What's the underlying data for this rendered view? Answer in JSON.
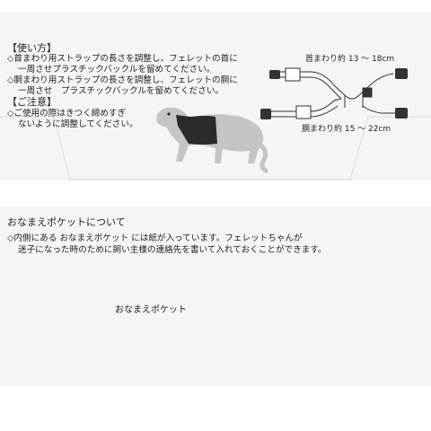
{
  "top_card": {
    "usage_heading": "【使い方】",
    "usage_lines": [
      "◇首まわり用ストラップの長さを調整し、フェレットの首に",
      "一周させプラスチックバックルを留めてください。",
      "◇胴まわり用ストラップの長さを調整し、フェレットの胴に",
      "一周させ　プラスチックバックルを留めてください。"
    ],
    "caution_heading": "【ご注意】",
    "caution_lines": [
      "◇ご使用の際はきつく締めすぎ",
      "ないように調整してください。"
    ],
    "neck_label": "首まわり約 13 ～ 18cm",
    "body_label": "胴まわり約 15 ～ 22cm"
  },
  "bottom_card": {
    "title": "おなまえポケットについて",
    "desc_lines": [
      "◇内側にある おなまえポケット には紙が入っています。フェレットちゃんが",
      "迷子になった時のために飼い主様の連絡先を書いて入れておくことができます。"
    ],
    "pocket_label": "おなまえポケット"
  },
  "colors": {
    "card_background": "#f5f5f5",
    "ferret_silhouette": "#c4c4c4",
    "harness_band": "#2a2a2a",
    "line": "#333333"
  }
}
